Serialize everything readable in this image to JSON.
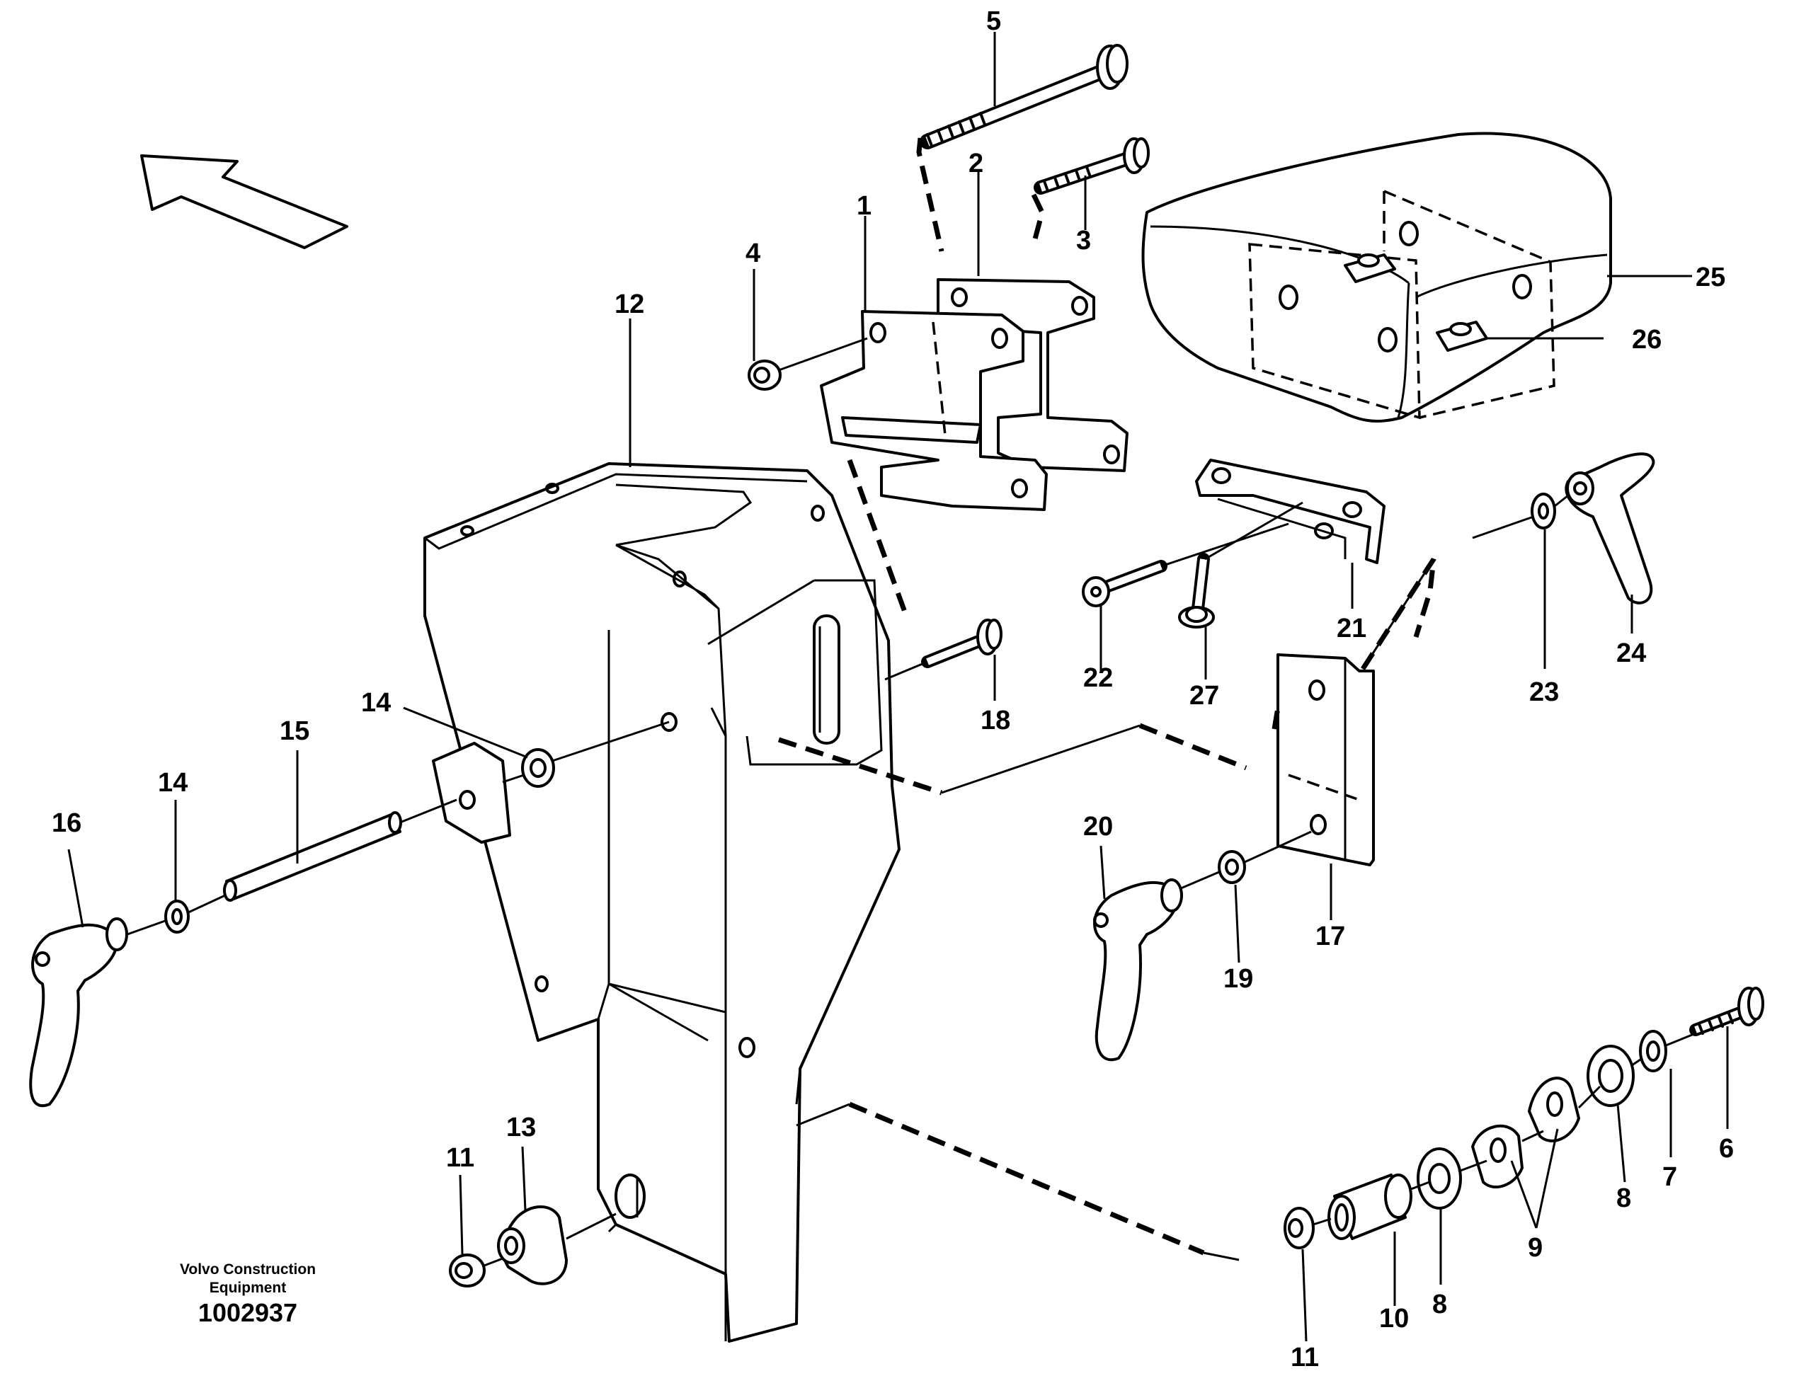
{
  "diagram": {
    "caption_line1": "Volvo Construction",
    "caption_line2": "Equipment",
    "drawing_number": "1002937",
    "callouts": [
      {
        "id": "c5",
        "text": "5"
      },
      {
        "id": "c2",
        "text": "2"
      },
      {
        "id": "c3",
        "text": "3"
      },
      {
        "id": "c1",
        "text": "1"
      },
      {
        "id": "c4",
        "text": "4"
      },
      {
        "id": "c12",
        "text": "12"
      },
      {
        "id": "c25",
        "text": "25"
      },
      {
        "id": "c26",
        "text": "26"
      },
      {
        "id": "c21",
        "text": "21"
      },
      {
        "id": "c22",
        "text": "22"
      },
      {
        "id": "c27",
        "text": "27"
      },
      {
        "id": "c24",
        "text": "24"
      },
      {
        "id": "c23",
        "text": "23"
      },
      {
        "id": "c18",
        "text": "18"
      },
      {
        "id": "c14a",
        "text": "14"
      },
      {
        "id": "c15",
        "text": "15"
      },
      {
        "id": "c14b",
        "text": "14"
      },
      {
        "id": "c16",
        "text": "16"
      },
      {
        "id": "c20",
        "text": "20"
      },
      {
        "id": "c19",
        "text": "19"
      },
      {
        "id": "c17",
        "text": "17"
      },
      {
        "id": "c6",
        "text": "6"
      },
      {
        "id": "c7",
        "text": "7"
      },
      {
        "id": "c8a",
        "text": "8"
      },
      {
        "id": "c9",
        "text": "9"
      },
      {
        "id": "c8b",
        "text": "8"
      },
      {
        "id": "c10",
        "text": "10"
      },
      {
        "id": "c11b",
        "text": "11"
      },
      {
        "id": "c13",
        "text": "13"
      },
      {
        "id": "c11a",
        "text": "11"
      }
    ]
  }
}
